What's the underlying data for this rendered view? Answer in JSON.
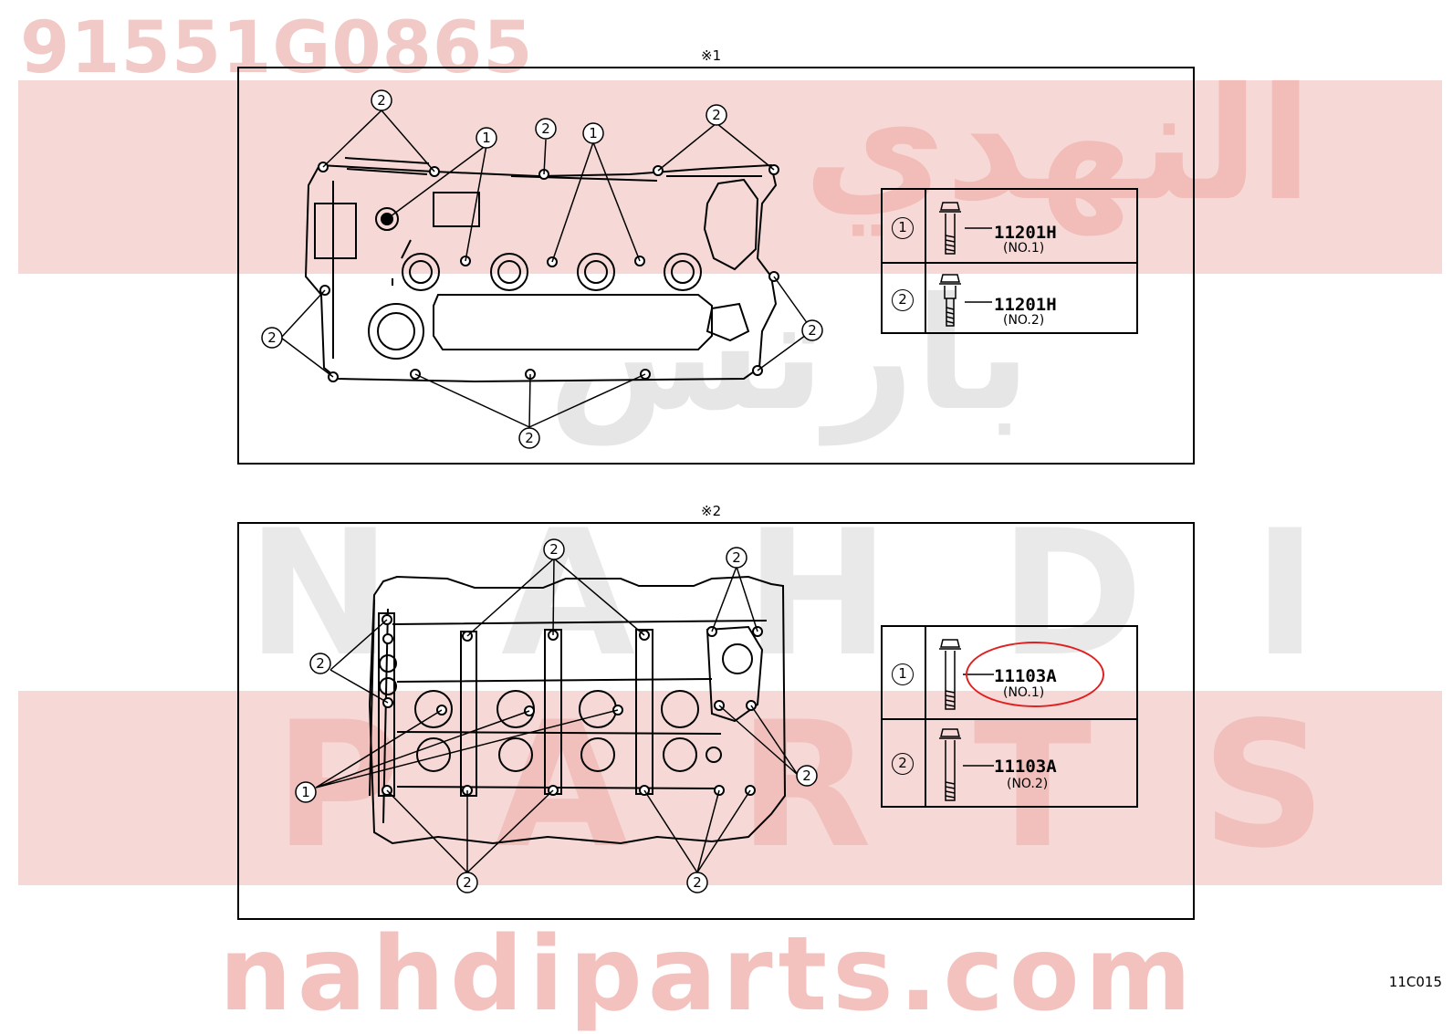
{
  "watermark": {
    "part_number": "91551G0865",
    "brand_top": "NAHDI",
    "brand_bottom": "PARTS",
    "arabic_top": "النهدي",
    "arabic_mid": "بارتس",
    "url": "nahdiparts.com",
    "color_red": "#e85a50",
    "color_gray": "#e9e9e9"
  },
  "figure1": {
    "title": "※1",
    "callouts": [
      "1",
      "2"
    ],
    "parts": [
      {
        "index": "1",
        "part_no": "11201H",
        "label": "(NO.1)"
      },
      {
        "index": "2",
        "part_no": "11201H",
        "label": "(NO.2)"
      }
    ]
  },
  "figure2": {
    "title": "※2",
    "callouts": [
      "1",
      "2"
    ],
    "parts": [
      {
        "index": "1",
        "part_no": "11103A",
        "label": "(NO.1)",
        "highlighted": true
      },
      {
        "index": "2",
        "part_no": "11103A",
        "label": "(NO.2)"
      }
    ]
  },
  "diagram_code": "11C015",
  "highlight_color": "#e02020"
}
